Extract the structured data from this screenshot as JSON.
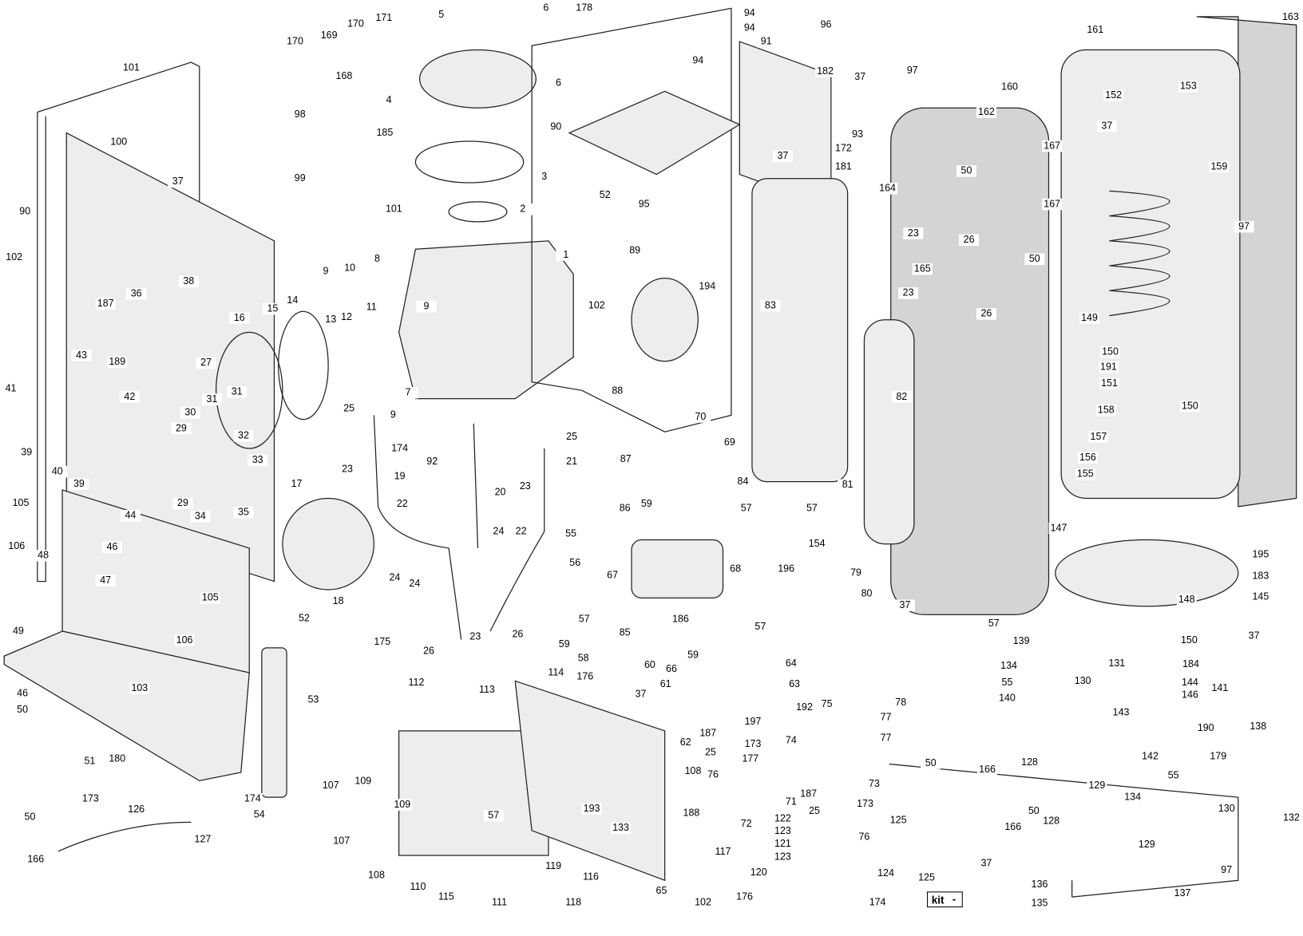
{
  "diagram": {
    "type": "exploded-parts-view",
    "kit_label": "kit",
    "kit_symbol": "-",
    "labels": [
      "5",
      "6",
      "178",
      "94",
      "94",
      "170",
      "169",
      "170",
      "171",
      "101",
      "168",
      "6",
      "94",
      "91",
      "96",
      "97",
      "182",
      "163",
      "161",
      "160",
      "152",
      "153",
      "4",
      "98",
      "100",
      "37",
      "93",
      "162",
      "37",
      "185",
      "90",
      "172",
      "181",
      "37",
      "167",
      "50",
      "167",
      "159",
      "3",
      "37",
      "99",
      "52",
      "95",
      "164",
      "90",
      "102",
      "2",
      "101",
      "89",
      "23",
      "26",
      "50",
      "97",
      "1",
      "8",
      "9",
      "10",
      "38",
      "14",
      "15",
      "16",
      "36",
      "187",
      "194",
      "165",
      "23",
      "26",
      "83",
      "11",
      "9",
      "13",
      "12",
      "102",
      "149",
      "27",
      "43",
      "189",
      "150",
      "191",
      "31",
      "31",
      "41",
      "42",
      "151",
      "82",
      "7",
      "25",
      "88",
      "150",
      "30",
      "29",
      "158",
      "70",
      "9",
      "39",
      "32",
      "157",
      "25",
      "174",
      "33",
      "69",
      "23",
      "21",
      "19",
      "92",
      "87",
      "156",
      "40",
      "39",
      "17",
      "23",
      "155",
      "84",
      "81",
      "20",
      "22",
      "29",
      "34",
      "35",
      "105",
      "44",
      "59",
      "86",
      "57",
      "57",
      "147",
      "24",
      "22",
      "106",
      "46",
      "55",
      "154",
      "195",
      "48",
      "56",
      "67",
      "68",
      "196",
      "183",
      "18",
      "24",
      "24",
      "47",
      "79",
      "105",
      "145",
      "80",
      "37",
      "148",
      "52",
      "186",
      "57",
      "85",
      "57",
      "49",
      "106",
      "23",
      "26",
      "26",
      "57",
      "139",
      "37",
      "150",
      "175",
      "59",
      "59",
      "64",
      "58",
      "60",
      "184",
      "131",
      "134",
      "55",
      "130",
      "144",
      "66",
      "63",
      "176",
      "37",
      "146",
      "141",
      "103",
      "112",
      "113",
      "114",
      "53",
      "61",
      "140",
      "78",
      "143",
      "138",
      "46",
      "50",
      "75",
      "192",
      "197",
      "187",
      "62",
      "173",
      "77",
      "77",
      "190",
      "142",
      "179",
      "180",
      "51",
      "25",
      "177",
      "74",
      "128",
      "50",
      "166",
      "173",
      "107",
      "109",
      "57",
      "109",
      "108",
      "76",
      "73",
      "71",
      "187",
      "173",
      "129",
      "55",
      "134",
      "130",
      "132",
      "174",
      "72",
      "188",
      "193",
      "133",
      "25",
      "76",
      "125",
      "50",
      "166",
      "128",
      "129",
      "126",
      "127",
      "54",
      "50",
      "166",
      "107",
      "108",
      "110",
      "115",
      "111",
      "122",
      "123",
      "121",
      "123",
      "117",
      "37",
      "97",
      "119",
      "116",
      "118",
      "65",
      "120",
      "124",
      "125",
      "136",
      "137",
      "102",
      "176",
      "174",
      "135"
    ]
  }
}
